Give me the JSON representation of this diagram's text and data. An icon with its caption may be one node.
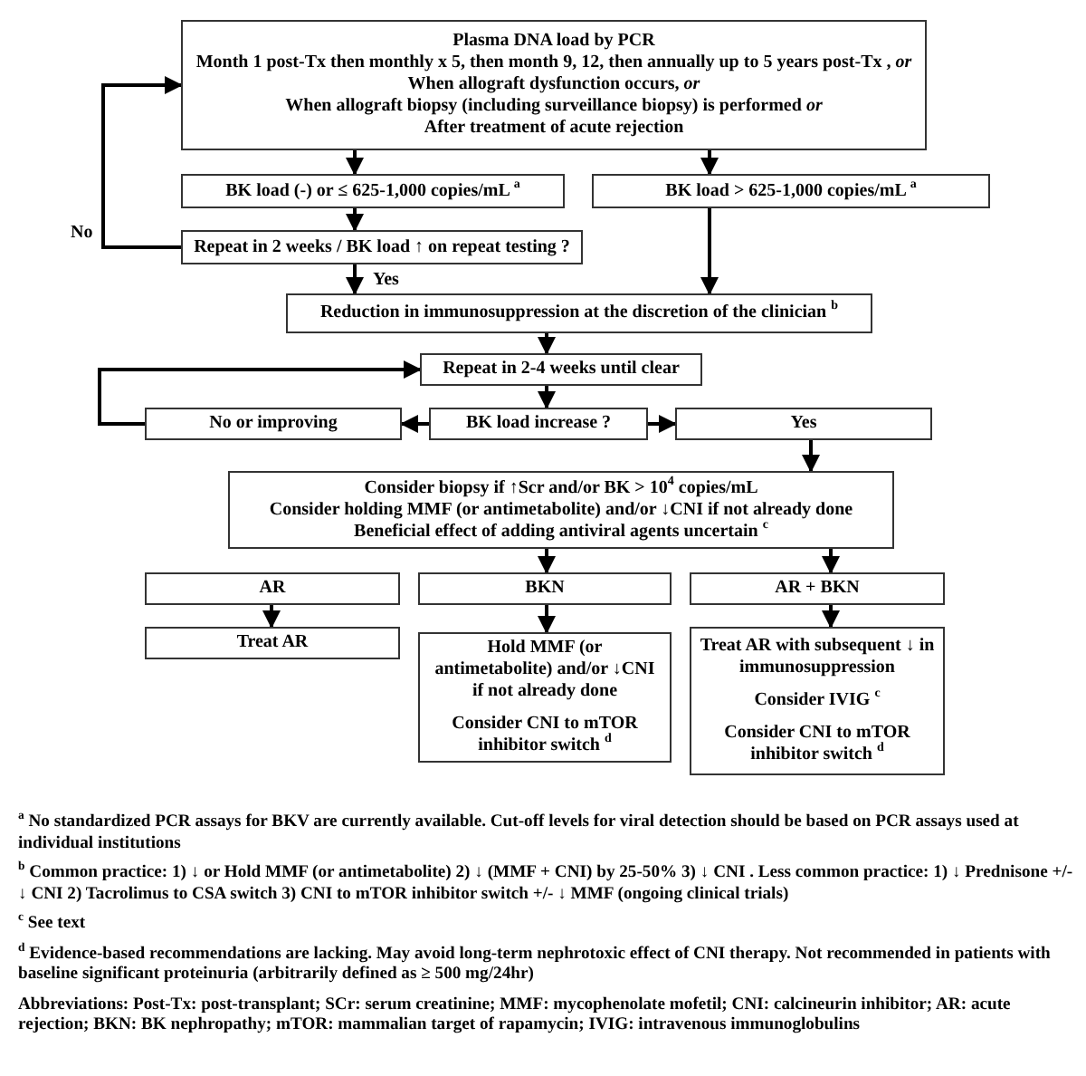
{
  "diagram": {
    "nodes": [
      {
        "text": [
          "Plasma DNA load by PCR",
          "Month 1 post-Tx then monthly x 5, then month 9, 12,  then annually up to 5 years post-Tx , *or*",
          "When allograft dysfunction occurs, *or*",
          "When allograft biopsy (including surveillance biopsy) is performed *or*",
          "After treatment of acute rejection"
        ]
      },
      {
        "text": [
          "BK load (-) or ≤ 625-1,000 copies/mL $^{a}$"
        ]
      },
      {
        "text": [
          "BK load > 625-1,000 copies/mL $^{a}$"
        ]
      },
      {
        "text": [
          "Repeat in 2 weeks / BK load ↑ on repeat testing ?"
        ]
      },
      {
        "text": [
          "Reduction in immunosuppression at the discretion of the clinician $^{b}$"
        ]
      },
      {
        "text": [
          "Repeat in 2-4 weeks until clear"
        ]
      },
      {
        "text": [
          "No or improving"
        ]
      },
      {
        "text": [
          "BK load increase ?"
        ]
      },
      {
        "text": [
          "Yes"
        ]
      },
      {
        "text": [
          "Consider biopsy if ↑Scr and/or BK > 10$^{4}$ copies/mL",
          "Consider holding MMF (or antimetabolite) and/or ↓CNI if not already done",
          "Beneficial effect of adding antiviral agents uncertain $^{c}$"
        ]
      },
      {
        "text": [
          "AR"
        ]
      },
      {
        "text": [
          "BKN"
        ]
      },
      {
        "text": [
          "AR + BKN"
        ]
      },
      {
        "text": [
          "Treat AR"
        ]
      },
      {
        "text": [
          "Hold MMF (or antimetabolite) and/or ↓CNI if not already done",
          "Consider CNI to mTOR inhibitor  switch $^{d}$"
        ]
      },
      {
        "text": [
          "Treat AR with subsequent ↓ in immunosuppression",
          "Consider IVIG $^{c}$",
          "Consider CNI to mTOR inhibitor switch $^{d}$"
        ]
      }
    ],
    "edges": [
      {
        "from": 0,
        "to": 1,
        "arrow": "to"
      },
      {
        "from": 0,
        "to": 2,
        "arrow": "to"
      },
      {
        "from": 1,
        "to": 3,
        "arrow": "to"
      },
      {
        "from": 3,
        "to": 4,
        "arrow": "to",
        "label": "Yes"
      },
      {
        "from": 3,
        "to": 0,
        "arrow": "to",
        "label": "No"
      },
      {
        "from": 2,
        "to": 4,
        "arrow": "to"
      },
      {
        "from": 4,
        "to": 5,
        "arrow": "to"
      },
      {
        "from": 5,
        "to": 7,
        "arrow": "to"
      },
      {
        "from": 7,
        "to": 6,
        "arrow": "to"
      },
      {
        "from": 7,
        "to": 8,
        "arrow": "to"
      },
      {
        "from": 6,
        "to": 5,
        "arrow": "to"
      },
      {
        "from": 8,
        "to": 9,
        "arrow": "to"
      },
      {
        "from": 9,
        "to": 11,
        "arrow": "to"
      },
      {
        "from": 9,
        "to": 12,
        "arrow": "to"
      },
      {
        "from": 10,
        "to": 13,
        "arrow": "to"
      },
      {
        "from": 11,
        "to": 14,
        "arrow": "to"
      },
      {
        "from": 12,
        "to": 15,
        "arrow": "to"
      }
    ],
    "labels": [
      "$^{a}$ No standardized PCR assays for BKV are currently available. Cut-off levels for viral detection should be based on PCR assays used at individual institutions",
      "$^{b}$ Common practice: 1) ↓ or Hold MMF (or antimetabolite) 2) ↓ (MMF + CNI) by 25-50% 3) ↓ CNI . Less common practice: 1) ↓ Prednisone +/- ↓ CNI 2) Tacrolimus  to CSA switch 3) CNI to mTOR inhibitor switch +/- ↓ MMF (ongoing clinical trials)",
      "$^{c}$ See text",
      "$^{d}$ Evidence-based recommendations are lacking. May avoid long-term nephrotoxic effect of CNI therapy. Not recommended in patients with baseline significant proteinuria (arbitrarily defined as ≥ 500 mg/24hr)",
      "Abbreviations: Post-Tx: post-transplant; SCr: serum creatinine; MMF: mycophenolate mofetil; CNI: calcineurin inhibitor; AR: acute rejection; BKN: BK nephropathy; mTOR: mammalian target of rapamycin; IVIG: intravenous immunoglobulins"
    ]
  }
}
